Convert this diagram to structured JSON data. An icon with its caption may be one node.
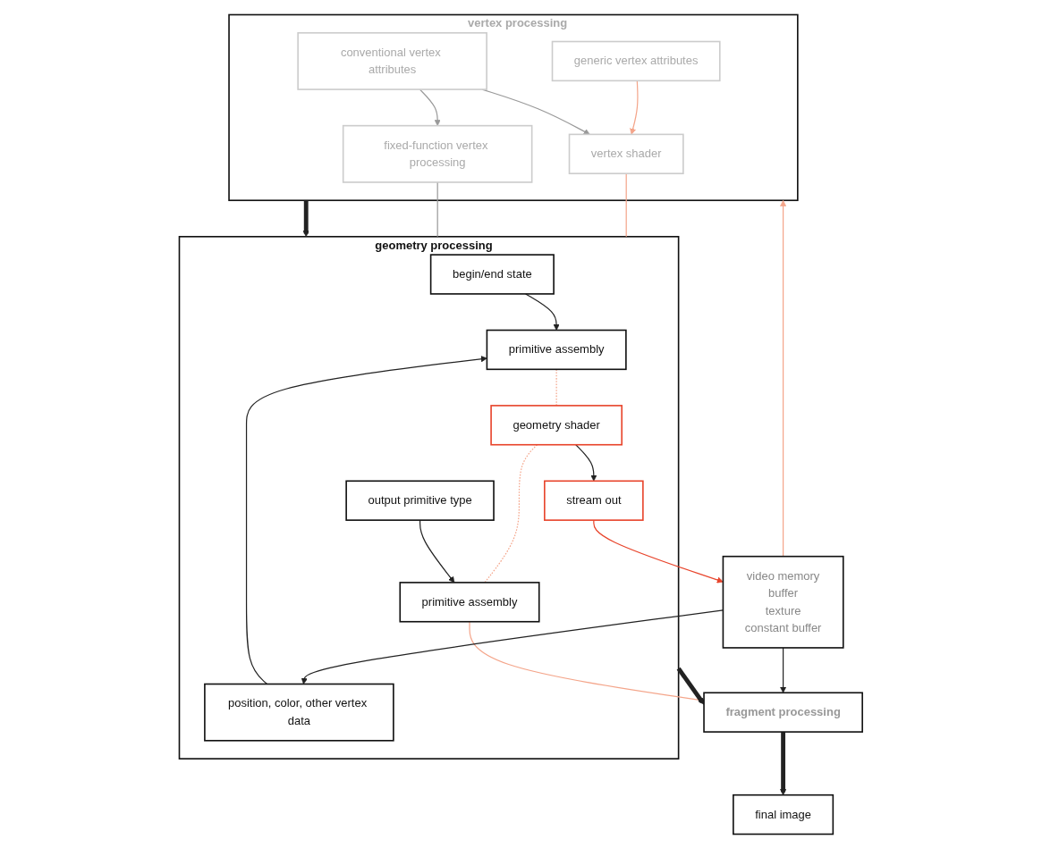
{
  "diagram": {
    "nodes": [
      {
        "text": [
          "vertex processing"
        ]
      },
      {
        "text": [
          "generic vertex attributes"
        ],
        "in": 0
      },
      {
        "text": [
          "conventional vertex attributes"
        ],
        "in": 0
      },
      {
        "text": [
          "vertex shader"
        ],
        "in": 0
      },
      {
        "text": [
          "fixed-function vertex processing"
        ],
        "in": 0
      },
      {
        "text": [
          "geometry processing"
        ]
      },
      {
        "text": [
          "begin/end state"
        ],
        "in": 5
      },
      {
        "text": [
          "position, color, other vertex data"
        ],
        "in": 5
      },
      {
        "text": [
          "primitive assembly"
        ],
        "in": 5
      },
      {
        "text": [
          "geometry shader"
        ],
        "in": 5
      },
      {
        "text": [
          "stream out"
        ],
        "in": 5
      },
      {
        "text": [
          "primitive assembly"
        ],
        "in": 5
      },
      {
        "text": [
          "output primitive type"
        ],
        "in": 5
      },
      {
        "text": [
          "fragment processing"
        ]
      },
      {
        "text": [
          "final image"
        ]
      },
      {
        "text": [
          "video memory",
          "buffer",
          "texture",
          "constant buffer"
        ]
      }
    ],
    "edges": [
      {
        "from": 1,
        "to": 3,
        "arrow": "to",
        "color": "#f4a58a"
      },
      {
        "from": 2,
        "to": 3,
        "arrow": "to",
        "color": "#999999"
      },
      {
        "from": 2,
        "to": 4,
        "arrow": "to",
        "color": "#999999"
      },
      {
        "from": 3,
        "to": 5,
        "arrow": "none",
        "color": "#f4a58a"
      },
      {
        "from": 4,
        "to": 5,
        "arrow": "none",
        "color": "#999999"
      },
      {
        "from": 0,
        "to": 5,
        "arrow": "to",
        "style": "thick"
      },
      {
        "from": 6,
        "to": 8,
        "arrow": "to"
      },
      {
        "from": 7,
        "to": 8,
        "arrow": "to"
      },
      {
        "from": 8,
        "to": 9,
        "arrow": "none",
        "style": "dashed",
        "color": "#f4a58a"
      },
      {
        "from": 9,
        "to": 10,
        "arrow": "to"
      },
      {
        "from": 9,
        "to": 11,
        "arrow": "none",
        "style": "dashed",
        "color": "#f4a58a"
      },
      {
        "from": 12,
        "to": 11,
        "arrow": "to"
      },
      {
        "from": 11,
        "to": 13,
        "arrow": "none",
        "color": "#f4a58a"
      },
      {
        "from": 5,
        "to": 13,
        "arrow": "to",
        "style": "thick"
      },
      {
        "from": 13,
        "to": 14,
        "arrow": "to",
        "style": "thick"
      },
      {
        "from": 15,
        "to": 0,
        "arrow": "to",
        "color": "#f4a58a"
      },
      {
        "from": 15,
        "to": 7,
        "arrow": "to"
      },
      {
        "from": 10,
        "to": 15,
        "arrow": "to",
        "color": "#e8452c"
      },
      {
        "from": 15,
        "to": 13,
        "arrow": "to"
      }
    ]
  }
}
